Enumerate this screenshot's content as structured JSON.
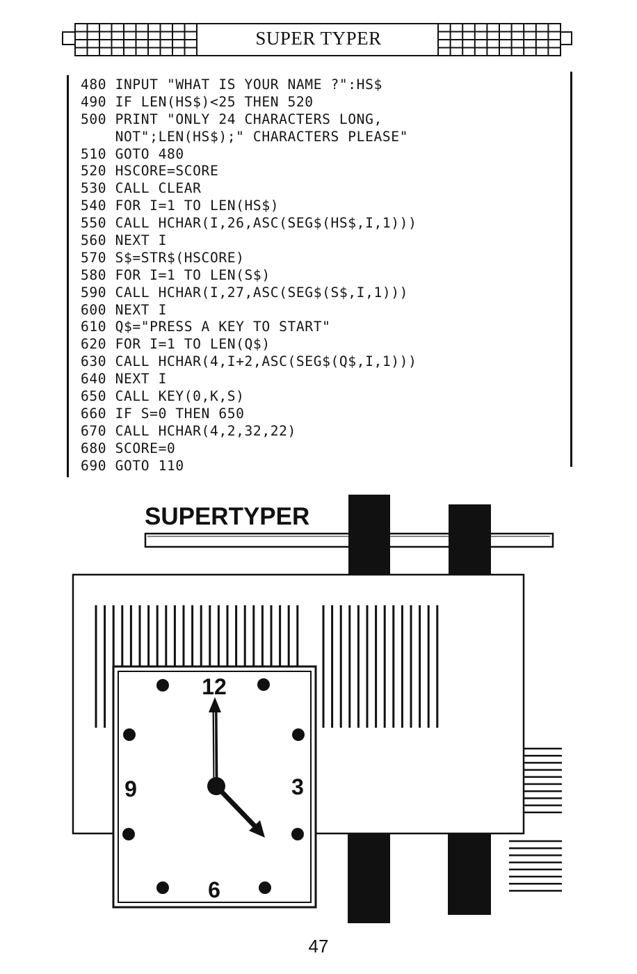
{
  "header": {
    "title": "SUPER TYPER"
  },
  "listing": {
    "lines": [
      "480 INPUT \"WHAT IS YOUR NAME ?\":HS$",
      "490 IF LEN(HS$)<25 THEN 520",
      "500 PRINT \"ONLY 24 CHARACTERS LONG,",
      "    NOT\";LEN(HS$);\" CHARACTERS PLEASE\"",
      "510 GOTO 480",
      "520 HSCORE=SCORE",
      "530 CALL CLEAR",
      "540 FOR I=1 TO LEN(HS$)",
      "550 CALL HCHAR(I,26,ASC(SEG$(HS$,I,1)))",
      "560 NEXT I",
      "570 S$=STR$(HSCORE)",
      "580 FOR I=1 TO LEN(S$)",
      "590 CALL HCHAR(I,27,ASC(SEG$(S$,I,1)))",
      "600 NEXT I",
      "610 Q$=\"PRESS A KEY TO START\"",
      "620 FOR I=1 TO LEN(Q$)",
      "630 CALL HCHAR(4,I+2,ASC(SEG$(Q$,I,1)))",
      "640 NEXT I",
      "650 CALL KEY(0,K,S)",
      "660 IF S=0 THEN 650",
      "670 CALL HCHAR(4,2,32,22)",
      "680 SCORE=0",
      "690 GOTO 110"
    ]
  },
  "illustration": {
    "title": "SUPERTYPER",
    "clock": {
      "numeral_12": "12",
      "numeral_3": "3",
      "numeral_6": "6",
      "numeral_9": "9"
    }
  },
  "footer": {
    "page_number": "47"
  }
}
